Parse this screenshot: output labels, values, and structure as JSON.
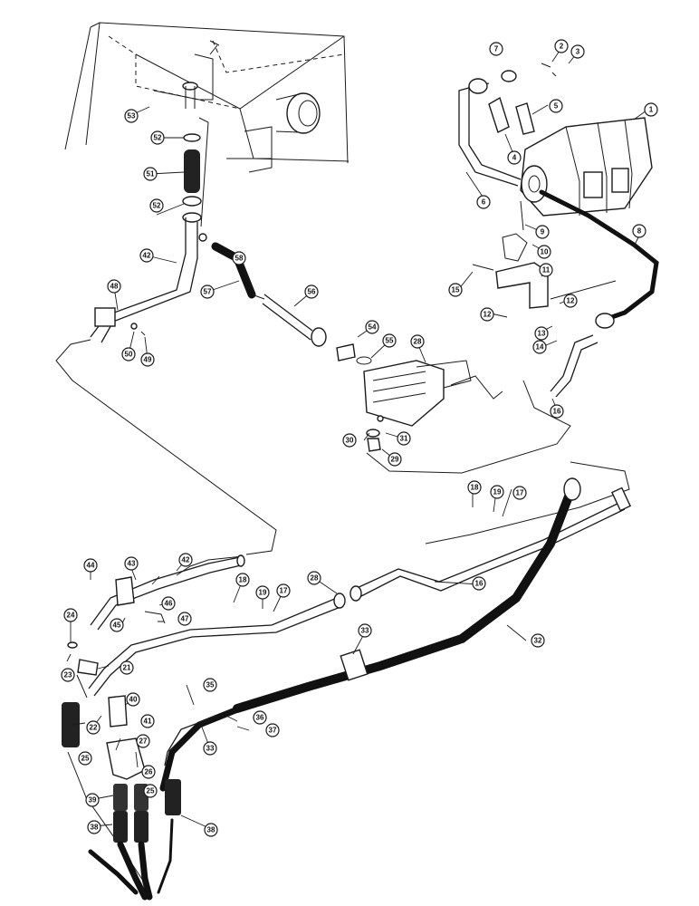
{
  "diagram": {
    "callouts": [
      "1",
      "2",
      "3",
      "4",
      "5",
      "6",
      "7",
      "8",
      "9",
      "10",
      "11",
      "12",
      "12",
      "13",
      "14",
      "15",
      "16",
      "16",
      "17",
      "17",
      "18",
      "18",
      "19",
      "19",
      "21",
      "22",
      "23",
      "24",
      "25",
      "25",
      "26",
      "27",
      "28",
      "28",
      "29",
      "30",
      "31",
      "32",
      "33",
      "33",
      "35",
      "36",
      "37",
      "38",
      "38",
      "39",
      "40",
      "41",
      "42",
      "42",
      "43",
      "44",
      "45",
      "46",
      "47",
      "48",
      "49",
      "50",
      "51",
      "52",
      "52",
      "53",
      "54",
      "55",
      "56",
      "57",
      "58"
    ]
  }
}
